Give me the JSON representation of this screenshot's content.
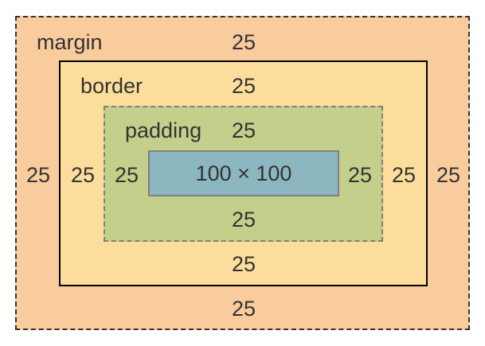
{
  "colors": {
    "margin": "#f9cc9d",
    "border": "#fddd9b",
    "padding": "#c3cf8a",
    "content": "#8cb6c0"
  },
  "margin": {
    "label": "margin",
    "top": "25",
    "right": "25",
    "bottom": "25",
    "left": "25"
  },
  "border": {
    "label": "border",
    "top": "25",
    "right": "25",
    "bottom": "25",
    "left": "25"
  },
  "padding": {
    "label": "padding",
    "top": "25",
    "right": "25",
    "bottom": "25",
    "left": "25"
  },
  "content": {
    "size": "100 × 100"
  }
}
